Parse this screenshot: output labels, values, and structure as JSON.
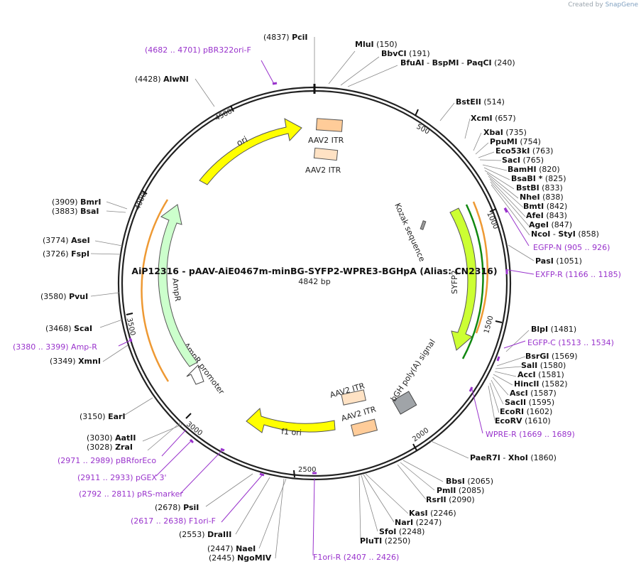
{
  "credit": {
    "prefix": "Created by",
    "app": "SnapGene"
  },
  "plasmid": {
    "title": "AiP12316 - pAAV-AiE0467m-minBG-SYFP2-WPRE3-BGHpA (Alias: CN2316)",
    "size_label": "4842 bp",
    "length": 4842
  },
  "ticks": [
    "500",
    "1000",
    "1500",
    "2000",
    "2500",
    "3000",
    "3500",
    "4000",
    "4500"
  ],
  "features": [
    {
      "name": "ori",
      "color": "#ffff00"
    },
    {
      "name": "AAV2 ITR",
      "color": "#ffcc99"
    },
    {
      "name": "AAV2 ITR",
      "color": "#ffe2c4"
    },
    {
      "name": "Kozak sequence",
      "color": "#999999"
    },
    {
      "name": "SYFP2",
      "color": "#ccff33"
    },
    {
      "name": "bGH poly(A) signal",
      "color": "#a0a4a8"
    },
    {
      "name": "AAV2 ITR",
      "color": "#ffe2c4"
    },
    {
      "name": "AAV2 ITR",
      "color": "#ffcc99"
    },
    {
      "name": "f1 ori",
      "color": "#ffff00"
    },
    {
      "name": "AmpR promoter",
      "color": "#ffffff"
    },
    {
      "name": "AmpR",
      "color": "#ccffcc"
    }
  ],
  "sites": {
    "pci": {
      "name": "PciI",
      "pos": "(4837)"
    },
    "mlu": {
      "name": "MluI",
      "pos": "(150)"
    },
    "bbvc": {
      "name": "BbvCI",
      "pos": "(191)"
    },
    "bfua": {
      "name": "BfuAI",
      "extra1": "BspMI",
      "extra2": "PaqCI",
      "pos": "(240)"
    },
    "bste": {
      "name": "BstEII",
      "pos": "(514)"
    },
    "xcm": {
      "name": "XcmI",
      "pos": "(657)"
    },
    "xba": {
      "name": "XbaI",
      "pos": "(735)"
    },
    "ppu": {
      "name": "PpuMI",
      "pos": "(754)"
    },
    "eco53": {
      "name": "Eco53kI",
      "pos": "(763)"
    },
    "sac": {
      "name": "SacI",
      "pos": "(765)"
    },
    "bamh": {
      "name": "BamHI",
      "pos": "(820)"
    },
    "bsab": {
      "name": "BsaBI *",
      "pos": "(825)"
    },
    "bstb": {
      "name": "BstBI",
      "pos": "(833)"
    },
    "nhe": {
      "name": "NheI",
      "pos": "(838)"
    },
    "bmt": {
      "name": "BmtI",
      "pos": "(842)"
    },
    "afe": {
      "name": "AfeI",
      "pos": "(843)"
    },
    "age": {
      "name": "AgeI",
      "pos": "(847)"
    },
    "nco": {
      "name": "NcoI",
      "extra1": "StyI",
      "pos": "(858)"
    },
    "pas": {
      "name": "PasI",
      "pos": "(1051)"
    },
    "blp": {
      "name": "BlpI",
      "pos": "(1481)"
    },
    "bsrg": {
      "name": "BsrGI",
      "pos": "(1569)"
    },
    "sal": {
      "name": "SalI",
      "pos": "(1580)"
    },
    "acc": {
      "name": "AccI",
      "pos": "(1581)"
    },
    "hinc": {
      "name": "HincII",
      "pos": "(1582)"
    },
    "asc": {
      "name": "AscI",
      "pos": "(1587)"
    },
    "sac2": {
      "name": "SacII",
      "pos": "(1595)"
    },
    "ecor1": {
      "name": "EcoRI",
      "pos": "(1602)"
    },
    "ecorv": {
      "name": "EcoRV",
      "pos": "(1610)"
    },
    "paer": {
      "name": "PaeR7I",
      "extra1": "XhoI",
      "pos": "(1860)"
    },
    "bbs": {
      "name": "BbsI",
      "pos": "(2065)"
    },
    "pml": {
      "name": "PmlI",
      "pos": "(2085)"
    },
    "rsr": {
      "name": "RsrII",
      "pos": "(2090)"
    },
    "kas": {
      "name": "KasI",
      "pos": "(2246)"
    },
    "nar": {
      "name": "NarI",
      "pos": "(2247)"
    },
    "sfo": {
      "name": "SfoI",
      "pos": "(2248)"
    },
    "plu": {
      "name": "PluTI",
      "pos": "(2250)"
    },
    "nae": {
      "name": "NaeI",
      "pos": "(2447)"
    },
    "ngom": {
      "name": "NgoMIV",
      "pos": "(2445)"
    },
    "dra3": {
      "name": "DraIII",
      "pos": "(2553)"
    },
    "psi": {
      "name": "PsiI",
      "pos": "(2678)"
    },
    "aat2": {
      "name": "AatII",
      "pos": "(3030)"
    },
    "zra": {
      "name": "ZraI",
      "pos": "(3028)"
    },
    "ear": {
      "name": "EarI",
      "pos": "(3150)"
    },
    "xmn": {
      "name": "XmnI",
      "pos": "(3349)"
    },
    "sca": {
      "name": "ScaI",
      "pos": "(3468)"
    },
    "pvu": {
      "name": "PvuI",
      "pos": "(3580)"
    },
    "fsp": {
      "name": "FspI",
      "pos": "(3726)"
    },
    "ase": {
      "name": "AseI",
      "pos": "(3774)"
    },
    "bsa": {
      "name": "BsaI",
      "pos": "(3883)"
    },
    "bmr": {
      "name": "BmrI",
      "pos": "(3909)"
    },
    "alw": {
      "name": "AlwNI",
      "pos": "(4428)"
    }
  },
  "primers": {
    "pbr322": "(4682 .. 4701)  pBR322ori-F",
    "egfpn": "EGFP-N    (905 .. 926)",
    "exfpr": "EXFP-R    (1166 .. 1185)",
    "egfpc": "EGFP-C    (1513 .. 1534)",
    "wprer": "WPRE-R    (1669 .. 1689)",
    "f1orir": "F1ori-R    (2407 .. 2426)",
    "f1orif": "(2617 .. 2638)  F1ori-F",
    "prs": "(2792 .. 2811)  pRS-marker",
    "pgex": "(2911 .. 2933)  pGEX 3'",
    "pbrfor": "(2971 .. 2989)  pBRforEco",
    "ampr": "(3380 .. 3399)  Amp-R"
  }
}
